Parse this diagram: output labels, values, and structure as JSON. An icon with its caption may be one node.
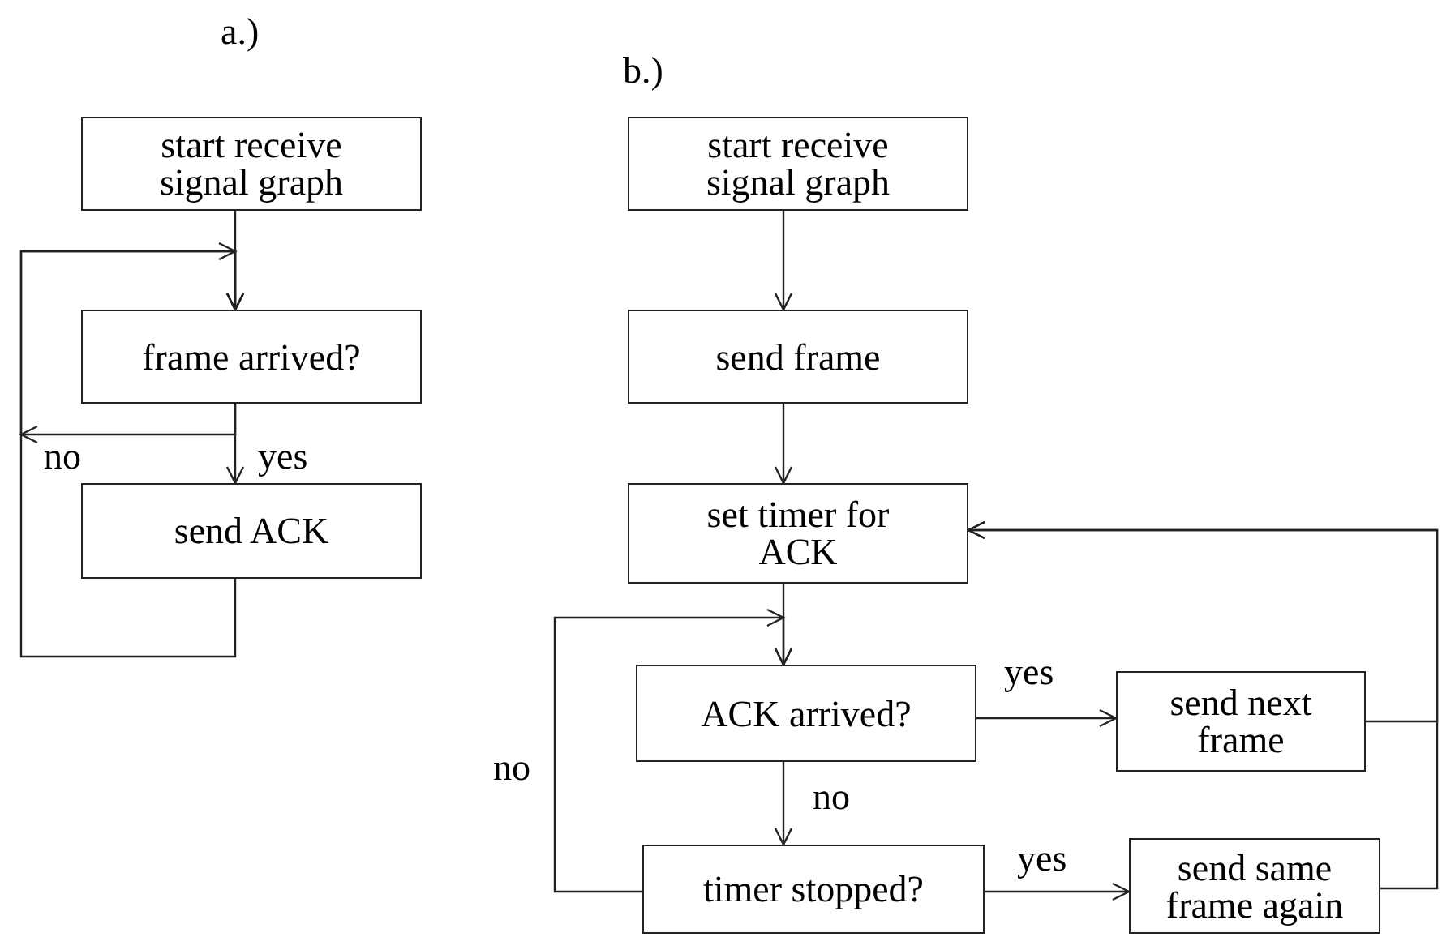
{
  "diagram": {
    "nodes": [
      {
        "text": [
          "start receive signal graph"
        ]
      },
      {
        "text": [
          "frame arrived?"
        ]
      },
      {
        "text": [
          "send ACK"
        ]
      },
      {
        "text": [
          "start receive signal graph"
        ]
      },
      {
        "text": [
          "send frame"
        ]
      },
      {
        "text": [
          "set timer for ACK"
        ]
      },
      {
        "text": [
          "ACK arrived?"
        ]
      },
      {
        "text": [
          "send next frame"
        ]
      },
      {
        "text": [
          "timer stopped?"
        ]
      },
      {
        "text": [
          "send same frame again"
        ]
      }
    ],
    "edges": [
      {
        "from": 0,
        "to": 1,
        "arrow": "to"
      },
      {
        "from": 1,
        "to": 2,
        "arrow": "to",
        "label": "yes"
      },
      {
        "from": 1,
        "to": 1,
        "arrow": "to",
        "label": "no"
      },
      {
        "from": 2,
        "to": 1,
        "arrow": "to"
      },
      {
        "from": 3,
        "to": 4,
        "arrow": "to"
      },
      {
        "from": 4,
        "to": 5,
        "arrow": "to"
      },
      {
        "from": 5,
        "to": 6,
        "arrow": "to"
      },
      {
        "from": 6,
        "to": 7,
        "arrow": "to",
        "label": "yes"
      },
      {
        "from": 6,
        "to": 8,
        "arrow": "to",
        "label": "no"
      },
      {
        "from": 8,
        "to": 6,
        "arrow": "to",
        "label": "no"
      },
      {
        "from": 7,
        "to": 5,
        "arrow": "to"
      },
      {
        "from": 9,
        "to": 5,
        "arrow": "to"
      },
      {
        "from": 8,
        "to": 9,
        "arrow": "to",
        "label": "yes"
      }
    ],
    "labels": [
      "a.)",
      "b.)"
    ]
  }
}
